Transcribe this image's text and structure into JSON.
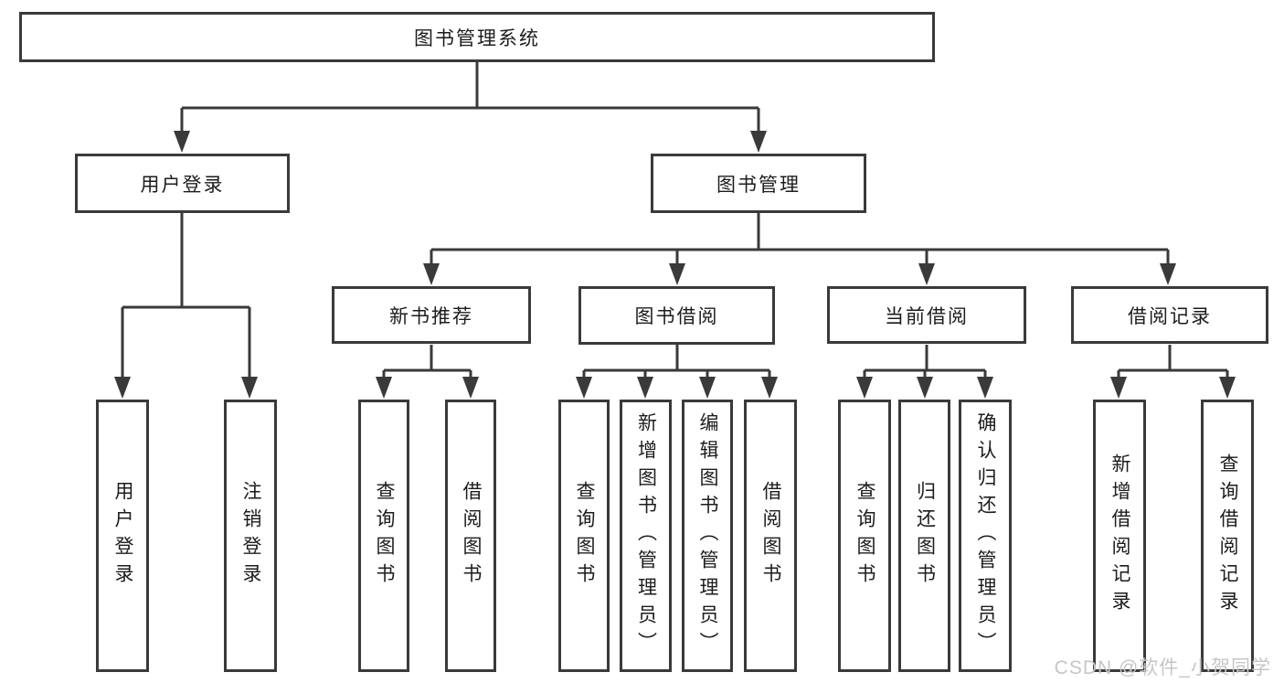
{
  "diagram": {
    "nodes": {
      "root": "图书管理系统",
      "user_login": "用户登录",
      "book_management": "图书管理",
      "new_book_recommend": "新书推荐",
      "book_borrow": "图书借阅",
      "current_borrow": "当前借阅",
      "borrow_record": "借阅记录"
    },
    "leaves": {
      "user_login": [
        "用户登录",
        "注销登录"
      ],
      "new_book_recommend": [
        "查询图书",
        "借阅图书"
      ],
      "book_borrow": [
        "查询图书",
        "新增图书（管理员）",
        "编辑图书（管理员）",
        "借阅图书"
      ],
      "current_borrow": [
        "查询图书",
        "归还图书",
        "确认归还（管理员）"
      ],
      "borrow_record": [
        "新增借阅记录",
        "查询借阅记录"
      ]
    },
    "watermark": "CSDN @软件_小贺同学",
    "colors": {
      "line": "#3a3a3a",
      "text": "#1c1c1c",
      "watermark": "#c6c6c6",
      "background": "#ffffff"
    }
  }
}
